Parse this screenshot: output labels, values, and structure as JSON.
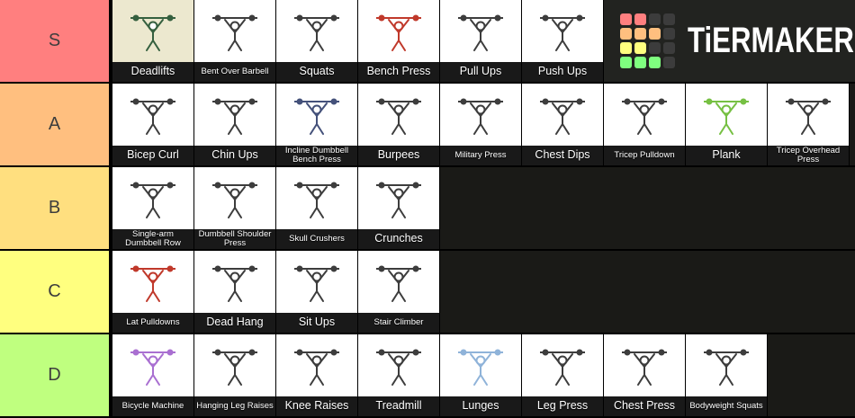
{
  "logo": {
    "brand": "TiERMAKER",
    "bg": "#222320",
    "grid_colors": [
      [
        "#FF7F7F",
        "#FF7F7F",
        "#3C3C3C",
        "#3C3C3C"
      ],
      [
        "#FFBF7F",
        "#FFBF7F",
        "#FFBF7F",
        "#3C3C3C"
      ],
      [
        "#FFFF7F",
        "#FFFF7F",
        "#3C3C3C",
        "#3C3C3C"
      ],
      [
        "#7FFF7F",
        "#7FFF7F",
        "#7FFF7F",
        "#3C3C3C"
      ]
    ]
  },
  "tiers": [
    {
      "label": "S",
      "color": "#FF7F7F",
      "has_logo": true,
      "items": [
        {
          "name": "Deadlifts",
          "bg": "#ECE8CF",
          "accent": "#35603F"
        },
        {
          "name": "Bent Over Barbell"
        },
        {
          "name": "Squats"
        },
        {
          "name": "Bench Press",
          "accent": "#C0392B"
        },
        {
          "name": "Pull Ups"
        },
        {
          "name": "Push Ups"
        }
      ]
    },
    {
      "label": "A",
      "color": "#FFBF7F",
      "items": [
        {
          "name": "Bicep Curl"
        },
        {
          "name": "Chin Ups"
        },
        {
          "name": "Incline Dumbbell Bench Press",
          "accent": "#44517A"
        },
        {
          "name": "Burpees"
        },
        {
          "name": "Military Press"
        },
        {
          "name": "Chest Dips"
        },
        {
          "name": "Tricep Pulldown"
        },
        {
          "name": "Plank",
          "accent": "#76C043"
        },
        {
          "name": "Tricep Overhead Press"
        }
      ]
    },
    {
      "label": "B",
      "color": "#FFDF7F",
      "items": [
        {
          "name": "Single-arm Dumbbell Row"
        },
        {
          "name": "Dumbbell Shoulder Press"
        },
        {
          "name": "Skull Crushers"
        },
        {
          "name": "Crunches"
        }
      ]
    },
    {
      "label": "C",
      "color": "#FFFF7F",
      "items": [
        {
          "name": "Lat Pulldowns",
          "accent": "#C0392B"
        },
        {
          "name": "Dead Hang"
        },
        {
          "name": "Sit Ups"
        },
        {
          "name": "Stair Climber"
        }
      ]
    },
    {
      "label": "D",
      "color": "#BFFF7F",
      "items": [
        {
          "name": "Bicycle Machine",
          "accent": "#A96FD1"
        },
        {
          "name": "Hanging Leg Raises"
        },
        {
          "name": "Knee Raises"
        },
        {
          "name": "Treadmill"
        },
        {
          "name": "Lunges",
          "accent": "#8FB3D9"
        },
        {
          "name": "Leg Press"
        },
        {
          "name": "Chest Press"
        },
        {
          "name": "Bodyweight Squats"
        }
      ]
    }
  ]
}
